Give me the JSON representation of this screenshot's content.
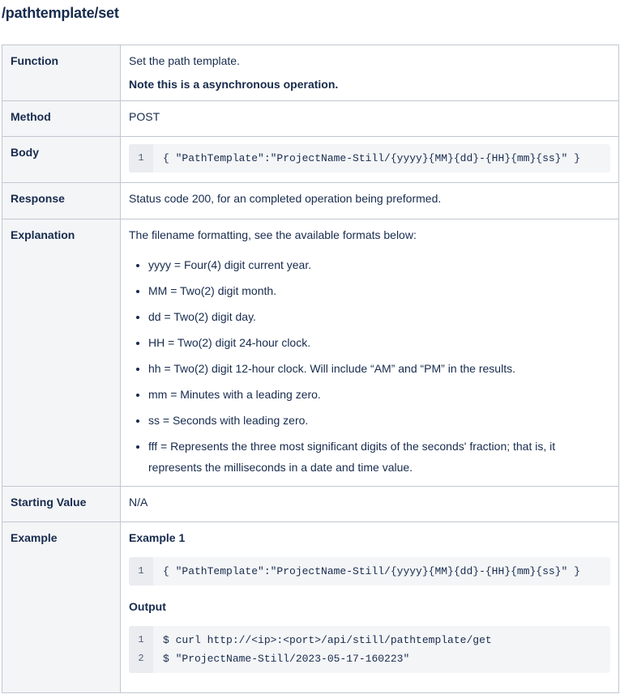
{
  "title": "/pathtemplate/set",
  "colors": {
    "text": "#172b4d",
    "table_border": "#c1c7d0",
    "header_cell_bg": "#f4f5f7",
    "code_bg": "#f4f5f7",
    "code_gutter_bg": "#ebecf0",
    "code_line_number": "#505f79"
  },
  "rows": {
    "function": {
      "label": "Function",
      "line1": "Set the path template.",
      "note": "Note this is a asynchronous operation."
    },
    "method": {
      "label": "Method",
      "value": "POST"
    },
    "body": {
      "label": "Body",
      "code_lines": [
        {
          "num": "1",
          "text": "{ \"PathTemplate\":\"ProjectName-Still/{yyyy}{MM}{dd}-{HH}{mm}{ss}\" }"
        }
      ]
    },
    "response": {
      "label": "Response",
      "value": "Status code 200, for an completed operation being preformed."
    },
    "explanation": {
      "label": "Explanation",
      "intro": "The filename formatting, see the available formats below:",
      "items": [
        "yyyy = Four(4) digit current year.",
        "MM = Two(2) digit month.",
        "dd = Two(2) digit day.",
        "HH = Two(2) digit 24-hour clock.",
        "hh = Two(2) digit 12-hour clock. Will include “AM” and “PM” in the results.",
        "mm = Minutes with a leading zero.",
        "ss = Seconds with leading zero.",
        "fff = Represents the three most significant digits of the seconds' fraction; that is, it represents the milliseconds in a date and time value."
      ]
    },
    "starting_value": {
      "label": "Starting Value",
      "value": "N/A"
    },
    "example": {
      "label": "Example",
      "example_heading": "Example 1",
      "example_code_lines": [
        {
          "num": "1",
          "text": "{ \"PathTemplate\":\"ProjectName-Still/{yyyy}{MM}{dd}-{HH}{mm}{ss}\" }"
        }
      ],
      "output_heading": "Output",
      "output_code_lines": [
        {
          "num": "1",
          "text": "$ curl http://<ip>:<port>/api/still/pathtemplate/get"
        },
        {
          "num": "2",
          "text": "$ \"ProjectName-Still/2023-05-17-160223\""
        }
      ]
    }
  }
}
